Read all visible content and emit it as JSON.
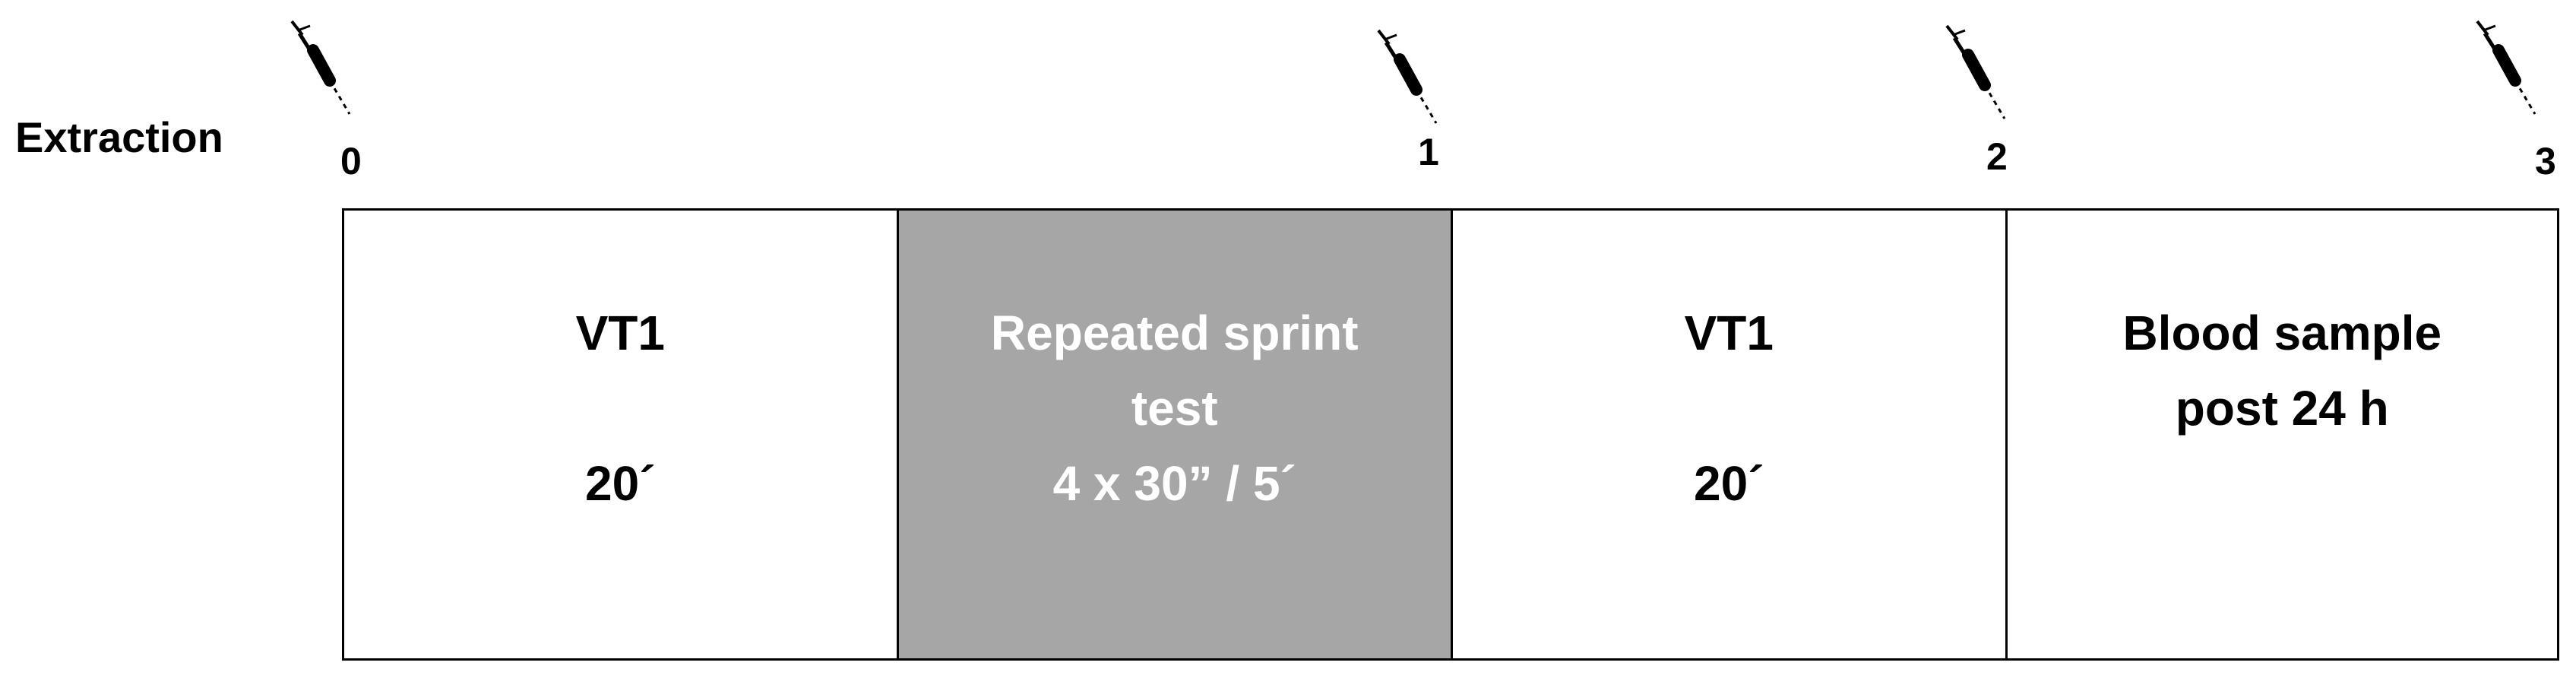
{
  "row_label": "Extraction",
  "markers": [
    {
      "label": "0",
      "icon": "syringe-icon"
    },
    {
      "label": "1",
      "icon": "syringe-icon"
    },
    {
      "label": "2",
      "icon": "syringe-icon"
    },
    {
      "label": "3",
      "icon": "syringe-icon"
    }
  ],
  "stages": [
    {
      "line1": "VT1",
      "line2": "",
      "line3": "20´",
      "shaded": false
    },
    {
      "line1": "Repeated sprint",
      "line2": "test",
      "line3": "4 x 30” / 5´",
      "shaded": true
    },
    {
      "line1": "VT1",
      "line2": "",
      "line3": "20´",
      "shaded": false
    },
    {
      "line1": "Blood sample",
      "line2": "post 24 h",
      "line3": "",
      "shaded": false
    }
  ],
  "colors": {
    "shaded_fill": "#a6a6a6",
    "shaded_text": "#ffffff",
    "border": "#000000"
  }
}
